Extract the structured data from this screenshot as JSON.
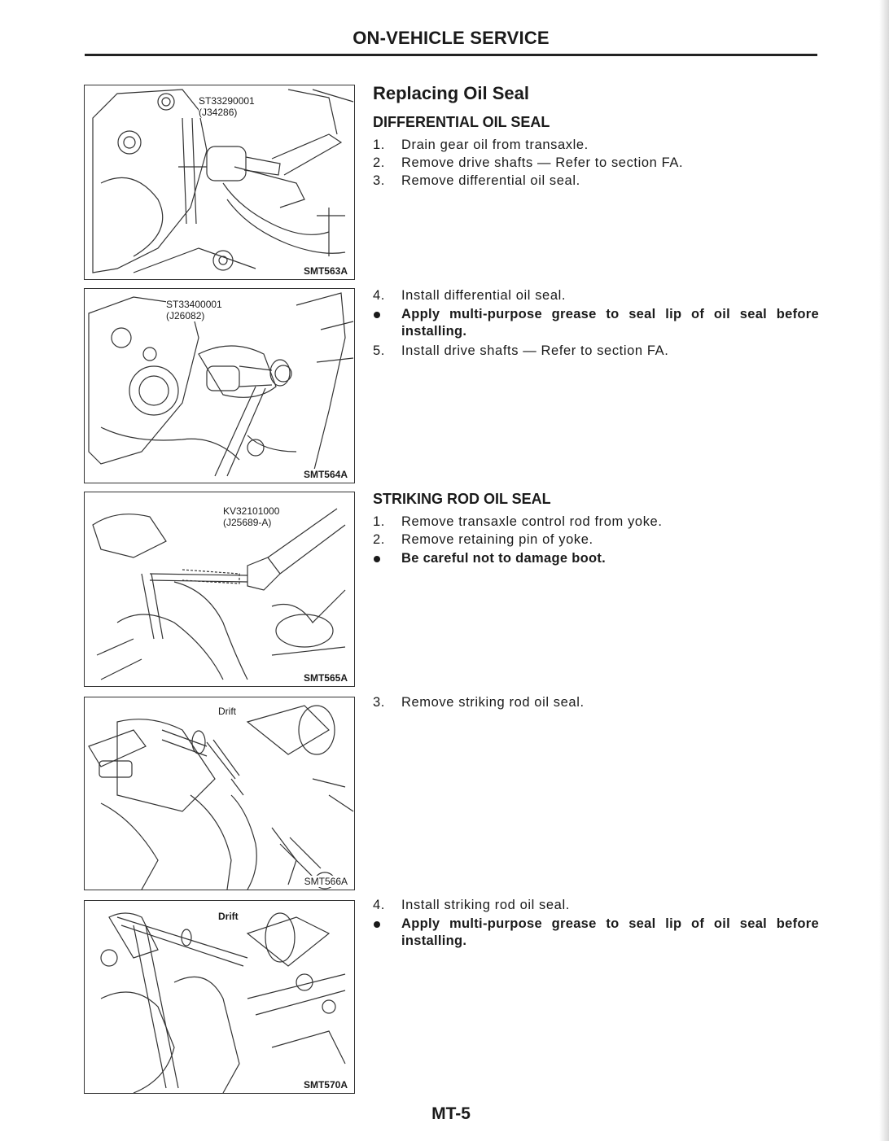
{
  "header": {
    "title": "ON-VEHICLE SERVICE"
  },
  "section": {
    "title": "Replacing Oil Seal",
    "differential": {
      "heading": "DIFFERENTIAL OIL SEAL",
      "removal_steps": [
        {
          "num": "1.",
          "text": "Drain gear oil from transaxle."
        },
        {
          "num": "2.",
          "text": "Remove drive shafts — Refer to section FA."
        },
        {
          "num": "3.",
          "text": "Remove differential oil seal."
        }
      ],
      "install_step": {
        "num": "4.",
        "text": "Install differential oil seal."
      },
      "install_note": "Apply multi-purpose grease to seal lip of oil seal before installing.",
      "final_step": {
        "num": "5.",
        "text": "Install drive shafts — Refer to section FA."
      }
    },
    "striking_rod": {
      "heading": "STRIKING ROD OIL SEAL",
      "steps": [
        {
          "num": "1.",
          "text": "Remove transaxle control rod from yoke."
        },
        {
          "num": "2.",
          "text": "Remove retaining pin of yoke."
        }
      ],
      "caution": "Be careful not to damage boot.",
      "remove_step": {
        "num": "3.",
        "text": "Remove striking rod oil seal."
      },
      "install_step": {
        "num": "4.",
        "text": "Install striking rod oil seal."
      },
      "install_note": "Apply multi-purpose grease to seal lip of oil seal before installing."
    }
  },
  "figures": [
    {
      "code": "SMT563A",
      "tool_lines": [
        "ST33290001",
        "(J34286)"
      ]
    },
    {
      "code": "SMT564A",
      "tool_lines": [
        "ST33400001",
        "(J26082)"
      ]
    },
    {
      "code": "SMT565A",
      "tool_lines": [
        "KV32101000",
        "(J25689-A)"
      ]
    },
    {
      "code": "SMT566A",
      "tool_lines": [
        "Drift"
      ]
    },
    {
      "code": "SMT570A",
      "tool_lines": [
        "Drift"
      ]
    }
  ],
  "footer": {
    "page_number": "MT-5"
  }
}
